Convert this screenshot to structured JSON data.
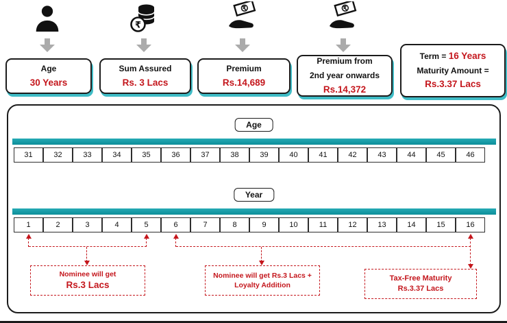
{
  "colors": {
    "red": "#c4161c",
    "teal_bar": "#0d8e99",
    "box_shadow_teal": "#3fbcc6",
    "gray_arrow": "#ababab"
  },
  "header": {
    "boxes": [
      {
        "icon": "person-icon",
        "lines": [
          [
            {
              "text": "Age",
              "red": false
            }
          ],
          [
            {
              "text": "30 Years",
              "red": true
            }
          ]
        ]
      },
      {
        "icon": "rupee-coins-icon",
        "lines": [
          [
            {
              "text": "Sum Assured",
              "red": false
            }
          ],
          [
            {
              "text": "Rs. 3 Lacs",
              "red": true
            }
          ]
        ]
      },
      {
        "icon": "cash-in-hand-icon",
        "lines": [
          [
            {
              "text": "Premium",
              "red": false
            }
          ],
          [
            {
              "text": "Rs.14,689",
              "red": true
            }
          ]
        ]
      },
      {
        "icon": "cash-in-hand-icon",
        "lines": [
          [
            {
              "text": "Premium from",
              "red": false
            }
          ],
          [
            {
              "text": "2nd year onwards",
              "red": false
            }
          ],
          [
            {
              "text": "Rs.14,372",
              "red": true
            }
          ]
        ]
      },
      {
        "icon": null,
        "lines": [
          [
            {
              "text": "Term = ",
              "red": false
            },
            {
              "text": "16 Years",
              "red": true
            }
          ],
          [
            {
              "text": "Maturity Amount =",
              "red": false
            }
          ],
          [
            {
              "text": "Rs.3.37 Lacs",
              "red": true
            }
          ]
        ]
      }
    ]
  },
  "timeline": {
    "age_label": "Age",
    "year_label": "Year",
    "ages": [
      "31",
      "32",
      "33",
      "34",
      "35",
      "36",
      "37",
      "38",
      "39",
      "40",
      "41",
      "42",
      "43",
      "44",
      "45",
      "46"
    ],
    "years": [
      "1",
      "2",
      "3",
      "4",
      "5",
      "6",
      "7",
      "8",
      "9",
      "10",
      "11",
      "12",
      "13",
      "14",
      "15",
      "16"
    ]
  },
  "annotations": [
    {
      "line1": "Nominee will get",
      "line2": "Rs.3 Lacs"
    },
    {
      "line1": "Nominee will get Rs.3 Lacs +",
      "line2": "Loyalty Addition"
    },
    {
      "line1": "Tax-Free Maturity",
      "line2": "Rs.3.37 Lacs"
    }
  ]
}
